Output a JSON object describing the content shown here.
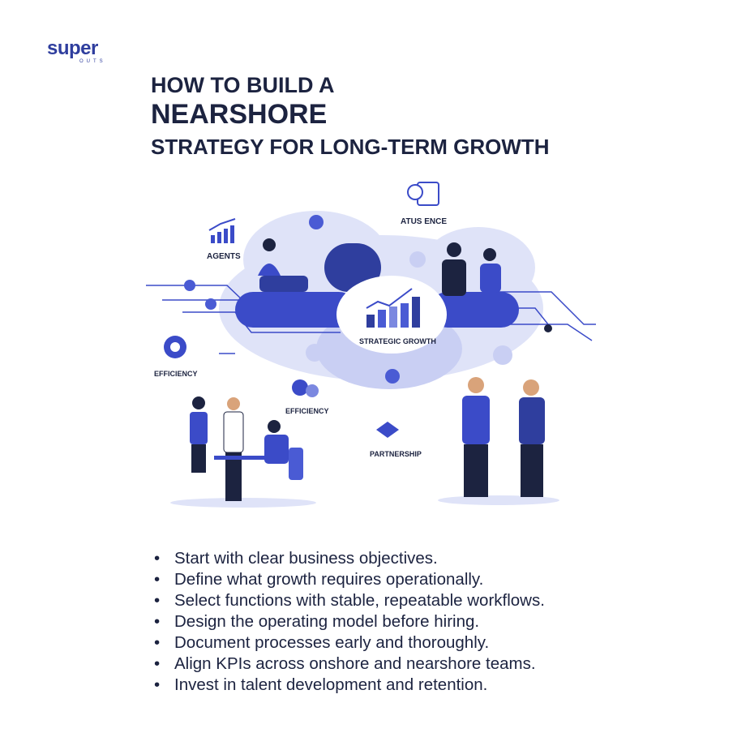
{
  "logo": {
    "word": "super",
    "subtext": "OUTS"
  },
  "title": {
    "line1": "HOW TO BUILD A",
    "line2": "NEARSHORE",
    "line3": "STRATEGY FOR LONG-TERM GROWTH"
  },
  "illustration": {
    "labels": {
      "agents": "AGENTS",
      "status": "ATUS ENCE",
      "strategic_growth": "STRATEGIC GROWTH",
      "efficiency_left": "EFFICIENCY",
      "efficiency_center": "EFFICIENCY",
      "partnership": "PARTNERSHIP"
    },
    "colors": {
      "primary": "#3b4bc8",
      "light": "#c9cff3",
      "dark": "#1c2340"
    }
  },
  "bullets": [
    "Start with clear business objectives.",
    "Define what growth requires operationally.",
    "Select functions with stable, repeatable workflows.",
    "Design the operating model before hiring.",
    "Document processes early and thoroughly.",
    "Align KPIs across onshore and nearshore teams.",
    "Invest in talent development and retention."
  ]
}
